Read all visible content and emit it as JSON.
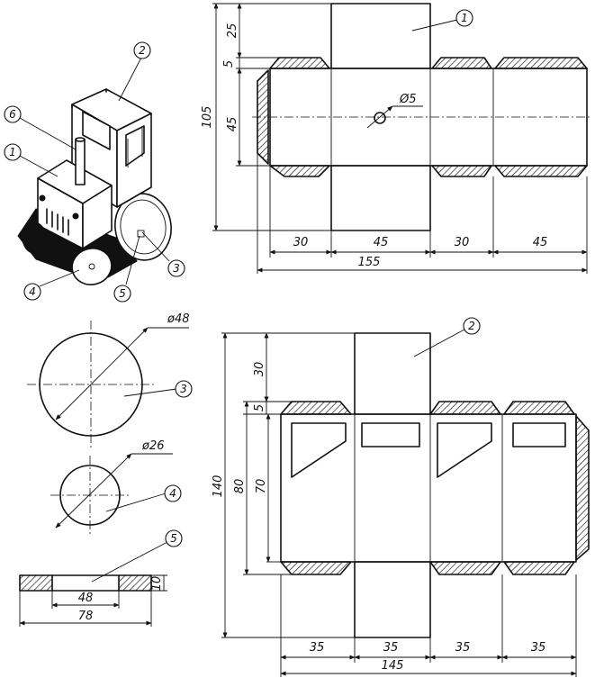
{
  "callouts": {
    "c1": "1",
    "c2": "2",
    "c3": "3",
    "c4": "4",
    "c5": "5",
    "c6": "6"
  },
  "dims": {
    "d1_v25": "25",
    "d1_v5": "5",
    "d1_v45": "45",
    "d1_v105": "105",
    "d1_hole": "Ø5",
    "d1_h30a": "30",
    "d1_h45a": "45",
    "d1_h30b": "30",
    "d1_h45b": "45",
    "d1_total": "155",
    "d3_dia": "ø48",
    "d4_dia": "ø26",
    "d5_inner": "48",
    "d5_outer": "78",
    "d5_height": "10",
    "d2_v30": "30",
    "d2_v5": "5",
    "d2_v70": "70",
    "d2_v80": "80",
    "d2_v140": "140",
    "d2_h35a": "35",
    "d2_h35b": "35",
    "d2_h35c": "35",
    "d2_h35d": "35",
    "d2_total": "145"
  }
}
